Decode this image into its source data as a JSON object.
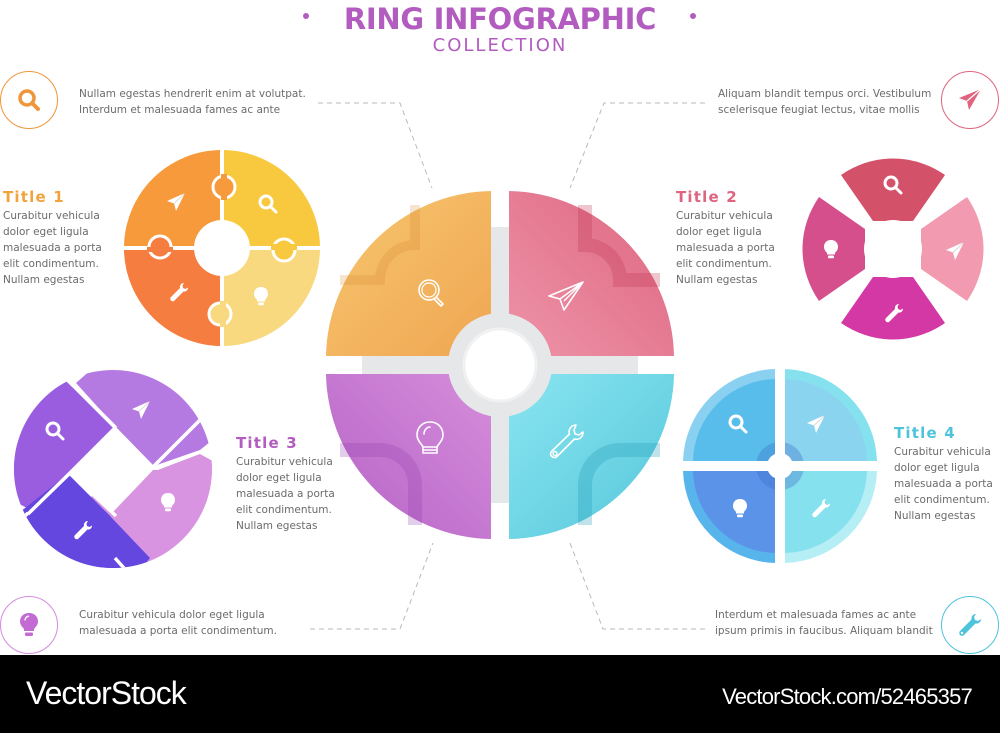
{
  "header": {
    "title": "RING INFOGRAPHIC",
    "subtitle": "COLLECTION",
    "accent_color": "#b25cbf"
  },
  "callouts": {
    "top_left": {
      "icon": "search-icon",
      "color": "#f0963a",
      "text_line1": "Nullam egestas hendrerit enim at volutpat.",
      "text_line2": "Interdum et malesuada fames ac ante"
    },
    "top_right": {
      "icon": "paper-plane-icon",
      "color": "#e0637f",
      "text_line1": "Aliquam blandit tempus orci. Vestibulum",
      "text_line2": "scelerisque feugiat lectus, vitae mollis"
    },
    "bottom_left": {
      "icon": "lightbulb-icon",
      "color": "#c46bd3",
      "text_line1": "Curabitur vehicula dolor eget ligula",
      "text_line2": "malesuada a porta elit condimentum."
    },
    "bottom_right": {
      "icon": "wrench-icon",
      "color": "#4ec3dc",
      "text_line1": "Interdum et malesuada fames ac ante",
      "text_line2": "ipsum primis in faucibus. Aliquam blandit"
    }
  },
  "sections": [
    {
      "title": "Title 1",
      "color": "#f2a33c",
      "lines": [
        "Curabitur vehicula",
        "dolor eget ligula",
        "malesuada a porta",
        "elit condimentum.",
        "Nullam egestas"
      ],
      "ring_style": "puzzle",
      "segment_colors": [
        "#f79a3b",
        "#f8c93e",
        "#f9d97f",
        "#f57d3f"
      ]
    },
    {
      "title": "Title 2",
      "color": "#e0637f",
      "lines": [
        "Curabitur vehicula",
        "dolor eget ligula",
        "malesuada a porta",
        "elit condimentum.",
        "Nullam egestas"
      ],
      "ring_style": "petal",
      "segment_colors": [
        "#d4516a",
        "#f29bb0",
        "#d338a4",
        "#d54f8d"
      ]
    },
    {
      "title": "Title 3",
      "color": "#b25cbf",
      "lines": [
        "Curabitur vehicula",
        "dolor eget ligula",
        "malesuada a porta",
        "elit condimentum.",
        "Nullam egestas"
      ],
      "ring_style": "diagonal",
      "segment_colors": [
        "#9b5de0",
        "#b57ae2",
        "#d894e0",
        "#6447de"
      ]
    },
    {
      "title": "Title 4",
      "color": "#4ec3dc",
      "lines": [
        "Curabitur vehicula",
        "dolor eget ligula",
        "malesuada a porta",
        "elit condimentum.",
        "Nullam egestas"
      ],
      "ring_style": "quadrant",
      "segment_colors": [
        "#58bdeb",
        "#8ad4f0",
        "#86e1ee",
        "#5b93e8"
      ]
    }
  ],
  "center_ring": {
    "segments": [
      {
        "position": "top-left",
        "icon": "search-icon",
        "color": "#f3b261"
      },
      {
        "position": "top-right",
        "icon": "paper-plane-icon",
        "color": "#e4758d"
      },
      {
        "position": "bottom-left",
        "icon": "lightbulb-icon",
        "color": "#c877d0"
      },
      {
        "position": "bottom-right",
        "icon": "wrench-icon",
        "color": "#6fd5e6"
      }
    ],
    "hub_color": "#e6e7e9"
  },
  "footer": {
    "brand": "VectorStock",
    "url": "VectorStock.com/52465357"
  }
}
